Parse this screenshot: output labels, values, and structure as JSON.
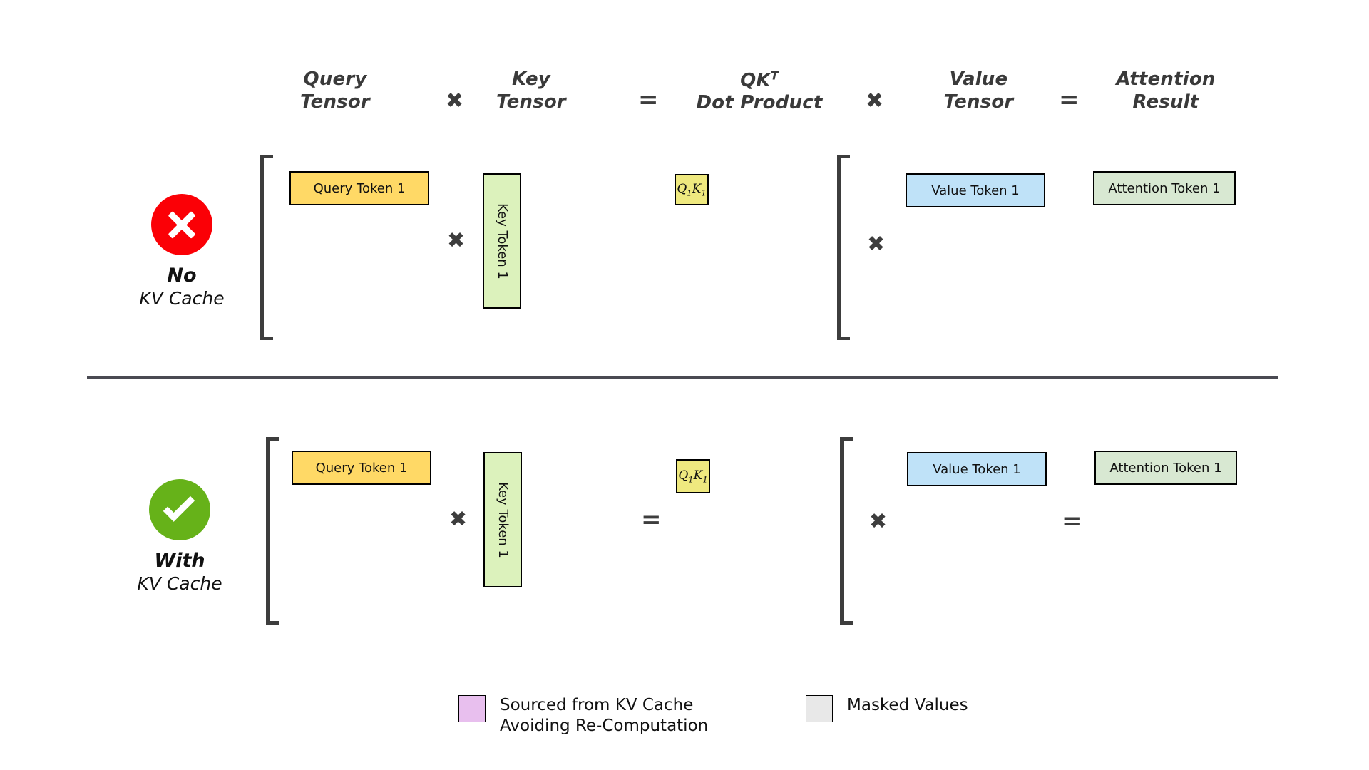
{
  "headers": [
    {
      "id": "query-tensor",
      "line1": "Query",
      "line2": "Tensor"
    },
    {
      "id": "key-tensor",
      "line1": "Key",
      "line2": "Tensor"
    },
    {
      "id": "qk-dot-product",
      "line1": "QK",
      "sup": "T",
      "line2": "Dot Product"
    },
    {
      "id": "value-tensor",
      "line1": "Value",
      "line2": "Tensor"
    },
    {
      "id": "attention-result",
      "line1": "Attention",
      "line2": "Result"
    }
  ],
  "header_operators": {
    "multiply_1": "✖",
    "equals_1": "=",
    "multiply_2": "✖",
    "equals_2": "="
  },
  "rows": [
    {
      "id": "no-kv-cache",
      "badge_icon": "cross-icon",
      "badge_color": "#FB0006",
      "title": "No",
      "subtitle": "KV Cache",
      "query_token": "Query Token 1",
      "key_token": "Key Token 1",
      "qk_token": "Q₁K₁",
      "qk_q": "Q",
      "qk_qsub": "1",
      "qk_k": "K",
      "qk_ksub": "1",
      "value_token": "Value Token 1",
      "attention_token": "Attention Token 1",
      "operators": {
        "multiply_1": "✖",
        "equals_1": "=",
        "multiply_2": "✖",
        "equals_2": "="
      }
    },
    {
      "id": "with-kv-cache",
      "badge_icon": "check-icon",
      "badge_color": "#66B219",
      "title": "With",
      "subtitle": "KV Cache",
      "query_token": "Query Token 1",
      "key_token": "Key Token 1",
      "qk_token": "Q₁K₁",
      "qk_q": "Q",
      "qk_qsub": "1",
      "qk_k": "K",
      "qk_ksub": "1",
      "value_token": "Value Token 1",
      "attention_token": "Attention Token 1",
      "operators": {
        "multiply_1": "✖",
        "equals_1": "=",
        "multiply_2": "✖",
        "equals_2": "="
      }
    }
  ],
  "legend": [
    {
      "id": "kv-cache-source",
      "color": "#E8BFEE",
      "label": "Sourced from KV Cache\nAvoiding Re-Computation"
    },
    {
      "id": "masked-values",
      "color": "#E8E8E8",
      "label": "Masked Values"
    }
  ],
  "colors": {
    "query": "#FFD966",
    "key": "#DCF2BC",
    "qk": "#EFE97F",
    "value": "#BFE2F8",
    "attention": "#D8E8D2",
    "cross_red": "#FB0006",
    "check_green": "#66B219",
    "ink": "#3d3d3d",
    "divider": "#4a4a52"
  }
}
